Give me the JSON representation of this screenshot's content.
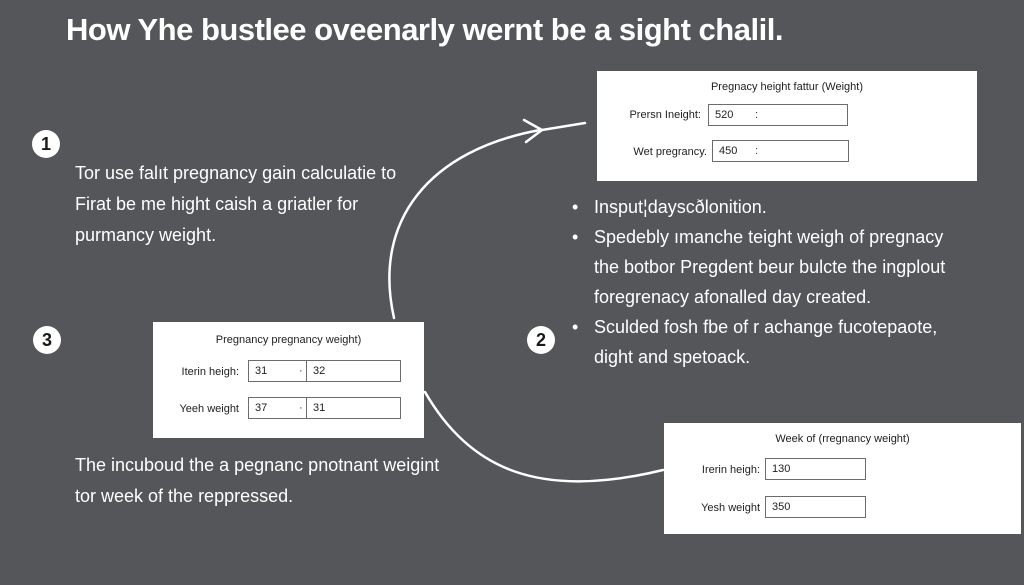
{
  "title": "How Yhe bustlee oveenarly wernt be a sight chalil.",
  "steps": {
    "one": "1",
    "two": "2",
    "three": "3"
  },
  "left_top_text": [
    "Tor use falıt pregnancy gain calculatie to",
    "Firat be me hight caish a griatler for",
    "purmancy weight."
  ],
  "left_bottom_text": [
    "The incuboud the a pegnanc pnotnant weigint",
    "tor week of the reppressed."
  ],
  "bullets": [
    [
      "Insput¦dayscðlonition."
    ],
    [
      "Spedebly ımanche teight weigh of pregnacy",
      "the botbor Pregdent beur bulcte the ingplout",
      "foregrenacy afonalled day created."
    ],
    [
      "Sculded fosh fbe of r achange fucotepaote,",
      "dight and spetoack."
    ]
  ],
  "cards": {
    "top": {
      "title": "Pregnacy height fattur (Weight)",
      "rows": [
        {
          "label": "Prersn Ineight:",
          "value": "520",
          "sep": ":"
        },
        {
          "label": "Wet pregrancy.",
          "value": "450",
          "sep": ":"
        }
      ]
    },
    "middle": {
      "title": "Pregnancy pregnancy weight)",
      "rows": [
        {
          "label": "Iterin heigh:",
          "value": "31",
          "sep": "·",
          "value2": "32"
        },
        {
          "label": "Yeeh weight",
          "value": "37",
          "sep": "·",
          "value2": "31"
        }
      ]
    },
    "bottom": {
      "title": "Week of (rregnancy weight)",
      "rows": [
        {
          "label": "Irerin heigh:",
          "value": "130"
        },
        {
          "label": "Yesh weight",
          "value": "350"
        }
      ]
    }
  }
}
